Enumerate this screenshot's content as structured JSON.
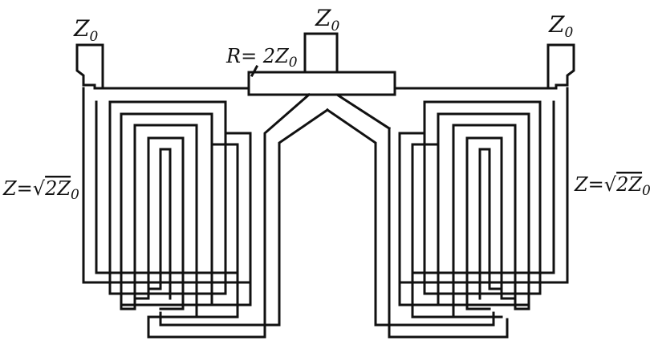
{
  "diagram": {
    "port_left": {
      "main": "Z",
      "sub": "0"
    },
    "port_center": {
      "main": "Z",
      "sub": "0"
    },
    "port_right": {
      "main": "Z",
      "sub": "0"
    },
    "resistor": {
      "prefix": "R= 2Z",
      "sub": "0"
    },
    "impedance_left": {
      "prefix": "Z=",
      "radical": "√",
      "body": "2Z",
      "sub": "0"
    },
    "impedance_right": {
      "prefix": "Z=",
      "radical": "√",
      "body": "2Z",
      "sub": "0"
    }
  },
  "colors": {
    "ink": "#111111",
    "background": "#ffffff"
  }
}
